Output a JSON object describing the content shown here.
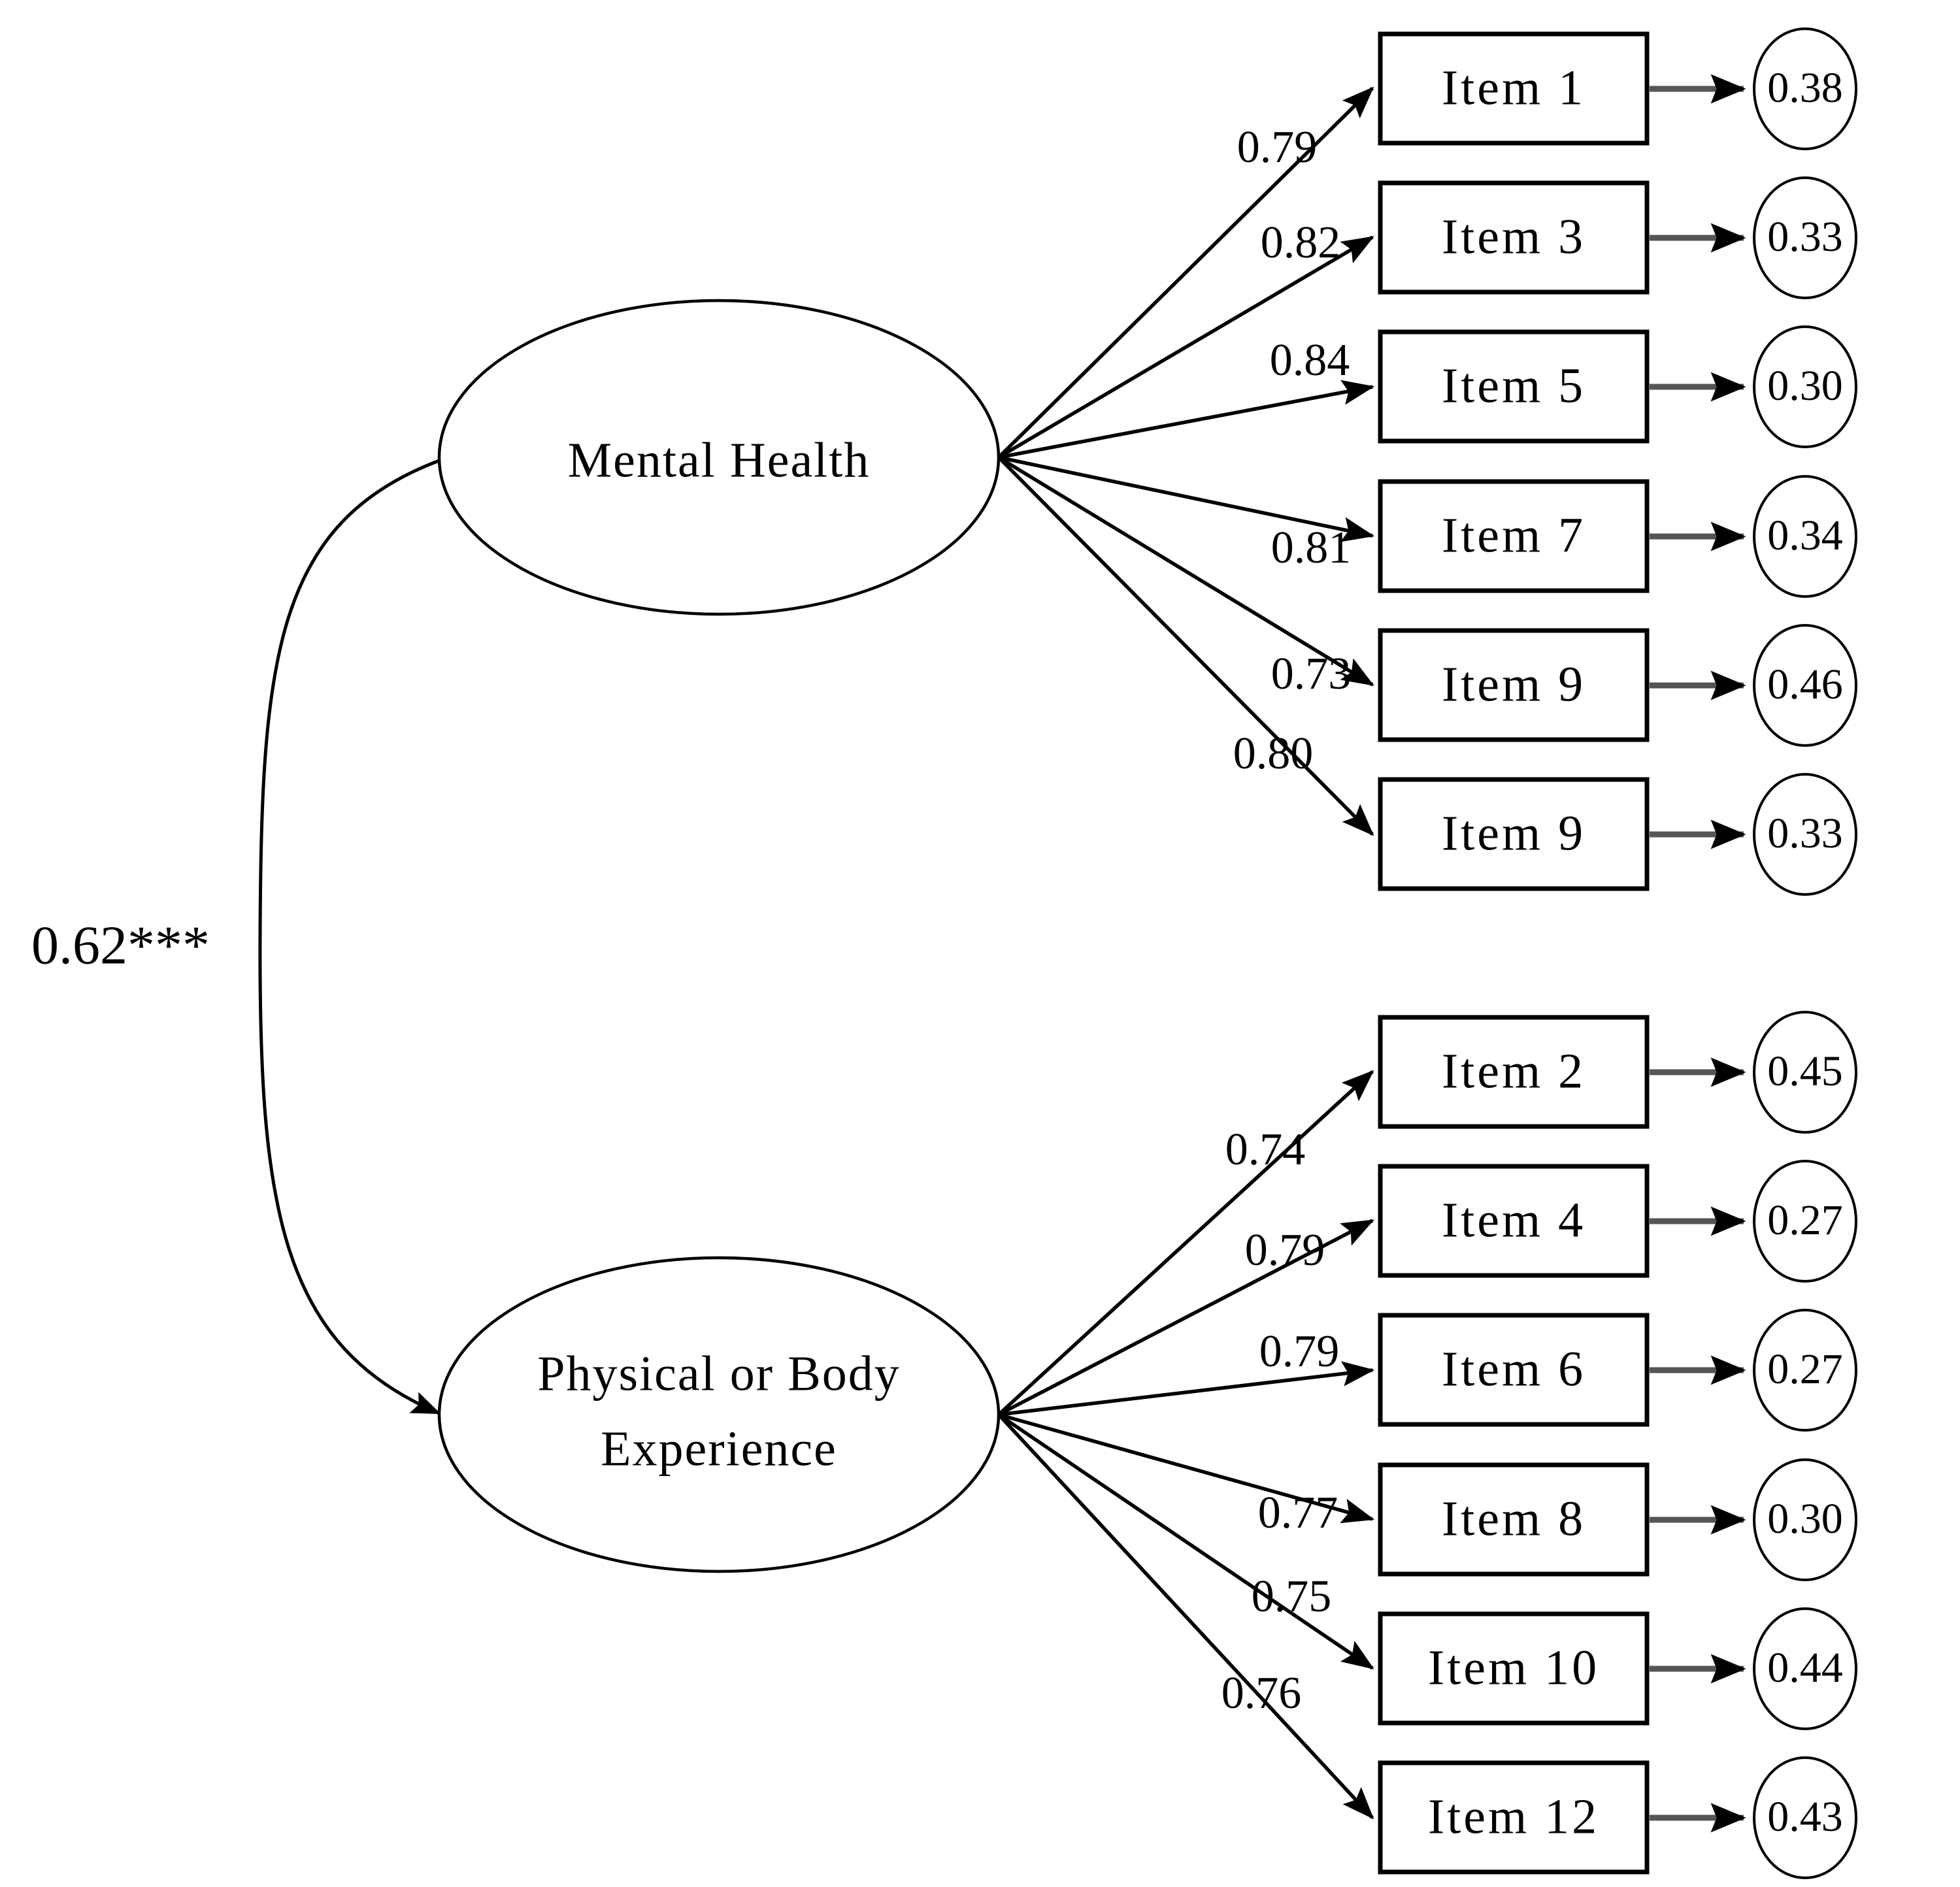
{
  "figure": {
    "type": "sem-path-diagram",
    "title": "",
    "background_color": "#ffffff",
    "line_color": "#000000",
    "residual_line_color": "#555555"
  },
  "latent_factors": [
    {
      "id": "mental-health",
      "label_lines": [
        "Mental  Health"
      ],
      "shape": "ellipse"
    },
    {
      "id": "physical-body-experience",
      "label_lines": [
        "Physical  or Body",
        "Experience"
      ],
      "shape": "ellipse"
    }
  ],
  "factor_correlation": {
    "between": [
      "mental-health",
      "physical-body-experience"
    ],
    "value": "0.62***",
    "significance_stars": "***",
    "arrow_style": "double-headed-curved"
  },
  "indicators": [
    {
      "box": "Item 1",
      "loading": "0.79",
      "residual": "0.38",
      "factor": "mental-health"
    },
    {
      "box": "Item 3",
      "loading": "0.82",
      "residual": "0.33",
      "factor": "mental-health"
    },
    {
      "box": "Item 5",
      "loading": "0.84",
      "residual": "0.30",
      "factor": "mental-health"
    },
    {
      "box": "Item 7",
      "loading": "0.81",
      "residual": "0.34",
      "factor": "mental-health"
    },
    {
      "box": "Item 9",
      "loading": "0.73",
      "residual": "0.46",
      "factor": "mental-health"
    },
    {
      "box": "Item 9",
      "loading": "0.80",
      "residual": "0.33",
      "factor": "mental-health"
    },
    {
      "box": "Item 2",
      "loading": "0.74",
      "residual": "0.45",
      "factor": "physical-body-experience"
    },
    {
      "box": "Item 4",
      "loading": "0.79",
      "residual": "0.27",
      "factor": "physical-body-experience"
    },
    {
      "box": "Item 6",
      "loading": "0.79",
      "residual": "0.27",
      "factor": "physical-body-experience"
    },
    {
      "box": "Item 8",
      "loading": "0.77",
      "residual": "0.30",
      "factor": "physical-body-experience"
    },
    {
      "box": "Item 10",
      "loading": "0.75",
      "residual": "0.44",
      "factor": "physical-body-experience"
    },
    {
      "box": "Item 12",
      "loading": "0.76",
      "residual": "0.43",
      "factor": "physical-body-experience"
    }
  ],
  "chart_data": {
    "type": "diagram",
    "title": "",
    "series": [
      {
        "name": "Mental Health",
        "categories": [
          "Item 1",
          "Item 3",
          "Item 5",
          "Item 7",
          "Item 9",
          "Item 9"
        ],
        "loadings": [
          0.79,
          0.82,
          0.84,
          0.81,
          0.73,
          0.8
        ],
        "residuals": [
          0.38,
          0.33,
          0.3,
          0.34,
          0.46,
          0.33
        ]
      },
      {
        "name": "Physical or Body Experience",
        "categories": [
          "Item 2",
          "Item 4",
          "Item 6",
          "Item 8",
          "Item 10",
          "Item 12"
        ],
        "loadings": [
          0.74,
          0.79,
          0.79,
          0.77,
          0.75,
          0.76
        ],
        "residuals": [
          0.45,
          0.27,
          0.27,
          0.3,
          0.44,
          0.43
        ]
      }
    ],
    "factor_correlation": 0.62,
    "factor_correlation_label": "0.62***"
  }
}
